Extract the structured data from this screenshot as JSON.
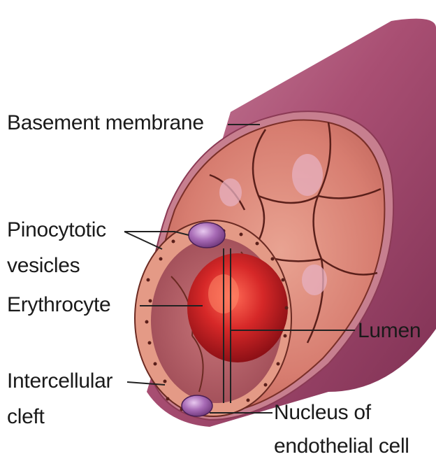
{
  "labels": {
    "basement_membrane": "Basement membrane",
    "pinocytotic_line1": "Pinocytotic",
    "pinocytotic_line2": "vesicles",
    "erythrocyte": "Erythrocyte",
    "lumen": "Lumen",
    "intercellular_line1": "Intercellular",
    "intercellular_line2": "cleft",
    "nucleus_line1": "Nucleus of",
    "nucleus_line2": "endothelial cell"
  },
  "colors": {
    "vessel_outer": "#b0587a",
    "vessel_wall": "#d8877c",
    "cell_border": "#6b2a22",
    "erythrocyte": "#c8202a",
    "nucleus": "#9a5ca8",
    "leader_line": "#222222"
  }
}
